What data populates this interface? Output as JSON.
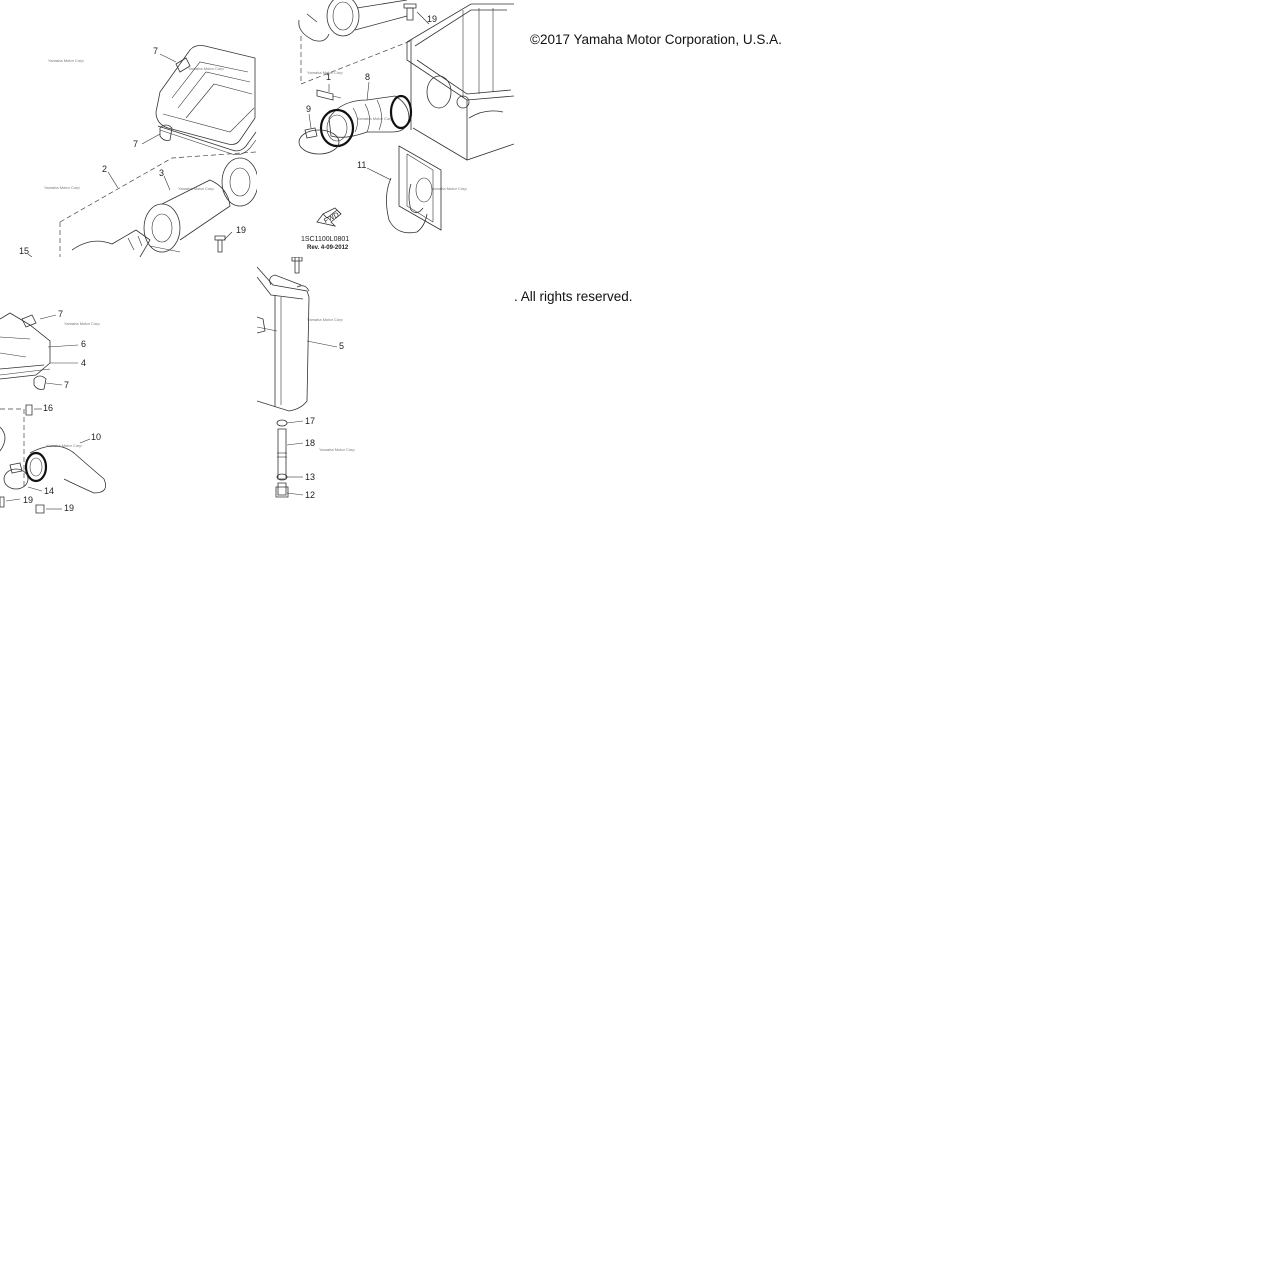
{
  "copyright_line1": "©2017 Yamaha Motor Corporation, U.S.A.",
  "copyright_line2": ". All rights reserved.",
  "diagram": {
    "drawing_code": "1SC1100L0801",
    "revision": "Rev.  4-09-2012",
    "fwd_label": "FWD",
    "callouts_tile1": [
      "7",
      "7",
      "2",
      "3",
      "19",
      "15"
    ],
    "callouts_tile2": [
      "19",
      "1",
      "8",
      "9",
      "11"
    ],
    "callouts_tile3": [
      "7",
      "6",
      "4",
      "7",
      "16",
      "10",
      "14",
      "19",
      "19"
    ],
    "callouts_tile4": [
      "5",
      "17",
      "18",
      "13",
      "12"
    ]
  }
}
